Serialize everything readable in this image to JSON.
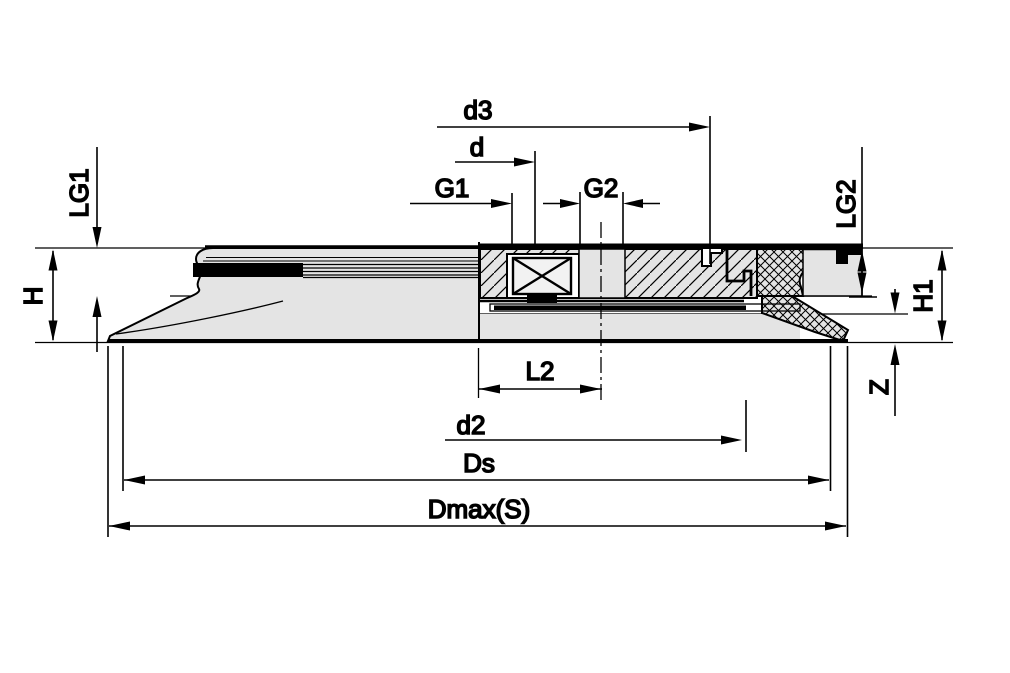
{
  "drawing": {
    "labels": {
      "d3": "d3",
      "d": "d",
      "g1": "G1",
      "g2": "G2",
      "lg1": "LG1",
      "lg2": "LG2",
      "h": "H",
      "h1": "H1",
      "z": "Z",
      "l2": "L2",
      "d2": "d2",
      "ds": "Ds",
      "dmax": "Dmax(S)"
    },
    "colors": {
      "line": "#000000",
      "part_fill": "#e4e4e4",
      "background": "#ffffff",
      "seal_band": "#000000"
    }
  }
}
